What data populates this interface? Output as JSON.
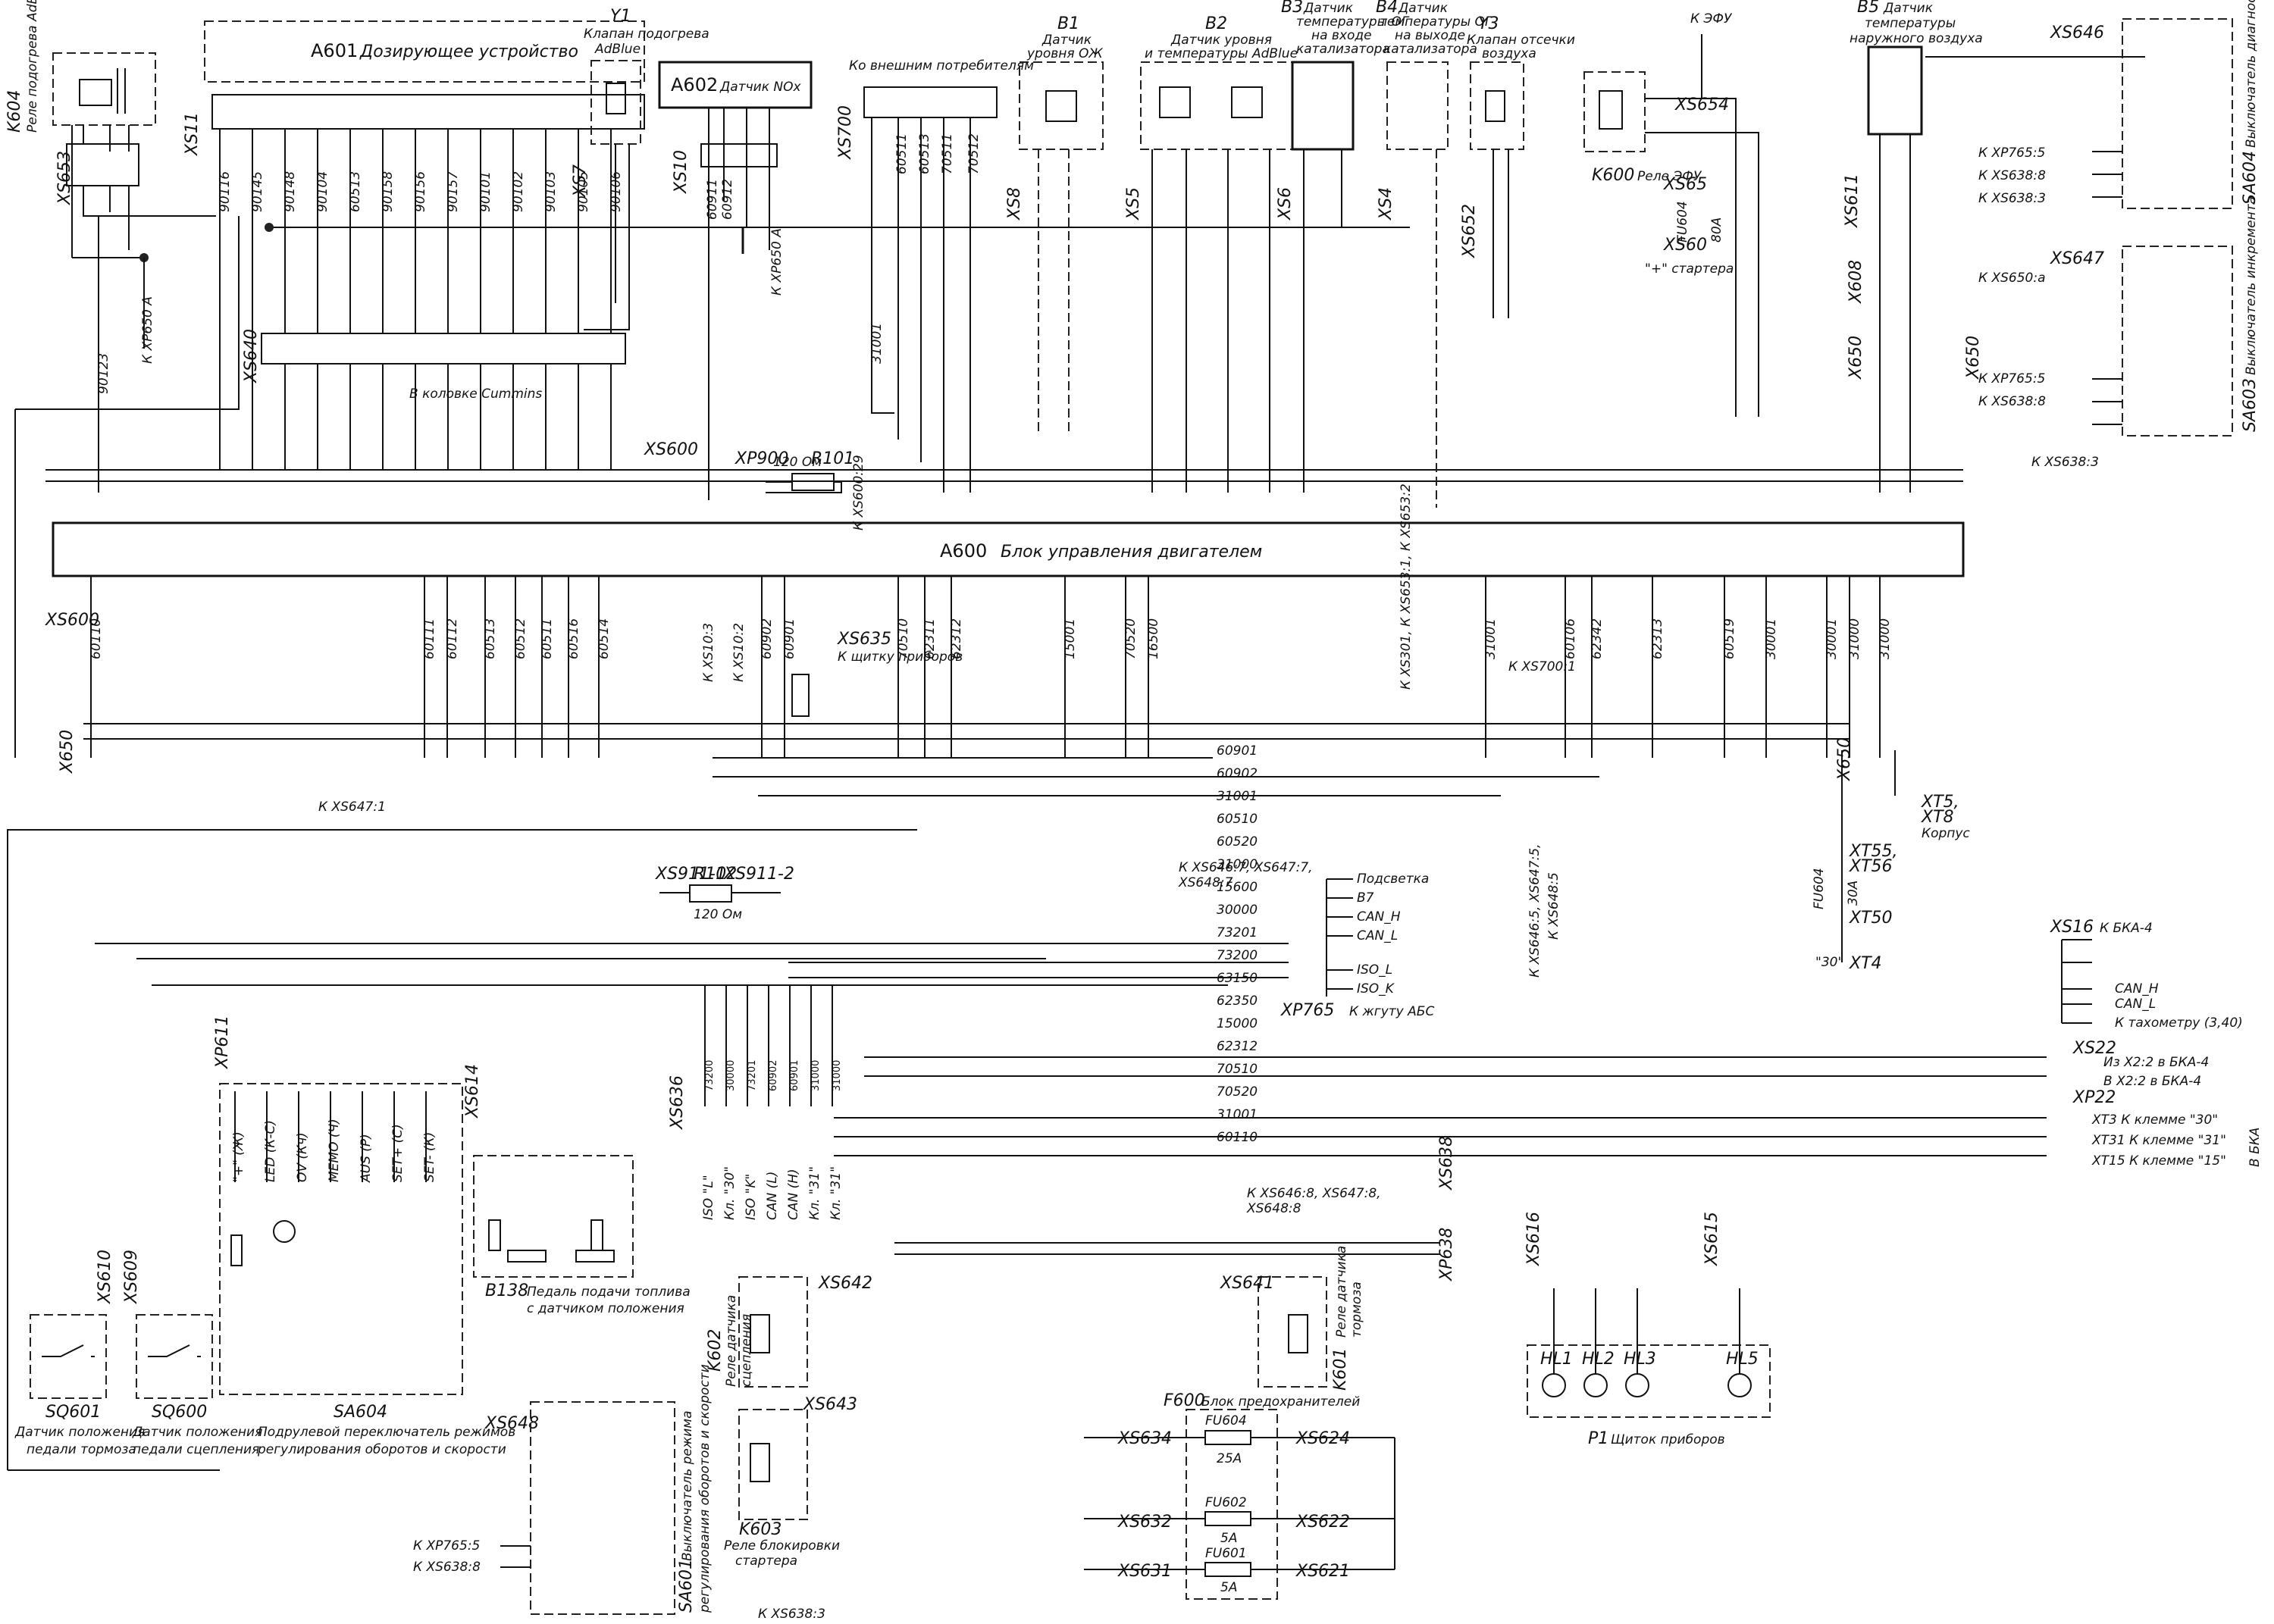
{
  "bus": {
    "designation": "A600",
    "title": "Блок управления двигателем"
  },
  "connectors": {
    "xs600_top": "XS600",
    "xs600_bot": "XS600",
    "xs640": "XS640",
    "xs650_l": "X650",
    "xs650_r": "X650",
    "xs11": "XS11",
    "xs653": "XS653",
    "xs7": "XS7",
    "xs10": "XS10",
    "xs700": "XS700",
    "xs8": "XS8",
    "xs5": "XS5",
    "xs6": "XS6",
    "xs4": "XS4",
    "xs652": "XS652",
    "xs611": "XS611",
    "xs608": "X608",
    "xs650_t1": "X650",
    "xs650_t2": "X650",
    "xs654": "XS654",
    "xs65": "XS65",
    "xs60": "XS60",
    "xp900": "XP900",
    "r101": "R101",
    "r101_val": "120 Ом",
    "xs636": "XS636",
    "xs614": "XS614",
    "xp611": "XP611",
    "xs610": "XS610",
    "xs609": "XS609",
    "xs635": "XS635",
    "xs635_note": "К щитку приборов",
    "xs911_1": "XS911-1",
    "r102": "R102",
    "xs911_2": "XS911-2",
    "r102_val": "120 Ом",
    "xp765": "XP765",
    "xp765_note": "К жгуту АБС",
    "xs16": "XS16",
    "xs16_note": "К БКА-4",
    "xs22": "XS22",
    "xp22": "XP22",
    "xs638": "XS638",
    "xp638": "XP638",
    "xs616": "XS616",
    "xs615": "XS615",
    "xs642": "XS642",
    "xs641": "XS641",
    "xs643": "XS643",
    "xs648": "XS648",
    "xs634": "XS634",
    "xs624": "XS624",
    "xs632": "XS632",
    "xs622": "XS622",
    "xs631": "XS631",
    "xs621": "XS621",
    "xs646": "XS646",
    "xs647": "XS647"
  },
  "components": {
    "k604_id": "K604",
    "k604_name": "Реле подогрева AdBlue",
    "a601_id": "A601",
    "a601_name": "Дозирующее устройство",
    "y1_id": "Y1",
    "y1_name1": "Клапан подогрева",
    "y1_name2": "AdBlue",
    "a602_id": "A602",
    "a602_name": "Датчик NOx",
    "a700_note": "Ко внешним потребителям",
    "b1_id": "B1",
    "b1_name1": "Датчик",
    "b1_name2": "уровня ОЖ",
    "b2_id": "B2",
    "b2_name1": "Датчик уровня",
    "b2_name2": "и температуры AdBlue",
    "b3_id": "B3",
    "b3_name1": "Датчик",
    "b3_name2": "температуры ОГ",
    "b3_name3": "на входе",
    "b3_name4": "катализатора",
    "b4_id": "B4",
    "b4_name1": "Датчик",
    "b4_name2": "температуры ОГ",
    "b4_name3": "на выходе",
    "b4_name4": "катализатора",
    "y3_id": "Y3",
    "y3_name1": "Клапан отсечки",
    "y3_name2": "воздуха",
    "k600_id": "K600",
    "k600_name": "Реле ЭФУ",
    "k_efu": "К ЭФУ",
    "fu604_top": "FU604",
    "fu604_top_val": "80А",
    "starter": "\"+\" стартера",
    "b5_id": "B5",
    "b5_name1": "Датчик",
    "b5_name2": "температуры",
    "b5_name3": "наружного воздуха",
    "sa604_id": "SA604",
    "sa604_name": "Выключатель диагностики",
    "sa603_id": "SA603",
    "sa603_name": "Выключатель инкремента",
    "cummins": "В коловке Cummins",
    "b138_id": "B138",
    "b138_name1": "Педаль подачи топлива",
    "b138_name2": "с датчиком положения",
    "sq601_id": "SQ601",
    "sq601_name1": "Датчик положения",
    "sq601_name2": "педали тормоза",
    "sq600_id": "SQ600",
    "sq600_name1": "Датчик положения",
    "sq600_name2": "педали сцепления",
    "sa604b_id": "SA604",
    "sa604b_name1": "Подрулевой переключатель режимов",
    "sa604b_name2": "регулирования оборотов и скорости",
    "k602_id": "K602",
    "k602_name1": "Реле датчика",
    "k602_name2": "сцепления",
    "k601_id": "K601",
    "k601_name1": "Реле датчика",
    "k601_name2": "тормоза",
    "k603_id": "K603",
    "k603_name1": "Реле блокировки",
    "k603_name2": "стартера",
    "f600_id": "F600",
    "f600_name": "Блок предохранителей",
    "fu604_b": "FU604",
    "fu604_b_val": "25А",
    "fu602": "FU602",
    "fu602_val": "5А",
    "fu601": "FU601",
    "fu601_val": "5А",
    "sa601_id": "SA601",
    "sa601_name1": "Выключатель режима",
    "sa601_name2": "регулирования оборотов и скорости",
    "p1_id": "P1",
    "p1_name": "Щиток приборов",
    "xt5": "XT5,",
    "xt8": "XT8",
    "korpus": "Корпус",
    "xt55": "XT55,",
    "xt56": "XT56",
    "fu604_c": "FU604",
    "fu604_c_val": "30А",
    "xt50": "XT50",
    "xt4": "XT4",
    "hl1": "HL1",
    "hl2": "HL2",
    "hl3": "HL3",
    "hl5": "HL5"
  },
  "refs": {
    "k_xp650a": "К XP650 A",
    "k_xp650a2": "К XP650 A",
    "k_xs647_1": "К XS647:1",
    "k_xs6380_3": "К XS638:3",
    "k_xs638_3b": "К XS638:3",
    "k_xp765_5": "К XP765:5",
    "k_xs638_8": "К XS638:8",
    "k_xs638_3": "К XS638:3",
    "k_xs650a": "К XS650:a",
    "k_xp765_5b": "К XP765:5",
    "k_xs638_8b": "К XS638:8",
    "k_xs700_1": "К XS700:1",
    "k_xs600_29": "К XS600:29",
    "k_xs646_7": "К XS646:7, XS647:7,",
    "k_xs648_7": "XS648:7",
    "k_xs646_5": "К XS646:5, XS647:5,",
    "k_xs648_5": "К XS648:5",
    "k_xs646_8": "К XS646:8, XS647:8,",
    "k_xs648_8": "XS648:8",
    "k_xs6383": "К XS638:3",
    "k_xp765_5c": "К XP765:5",
    "k_xs638_8c": "К XS638:8",
    "k_xs510_3": "К XS10:3",
    "k_xs510_2": "К XS10:2",
    "k_xs30": "К XS301, К XS653:1, К XS653:2",
    "abs_podsvetka": "Подсветка",
    "abs_b7": "B7",
    "abs_canh": "CAN_H",
    "abs_canl": "CAN_L",
    "abs_isol": "ISO_L",
    "abs_isok": "ISO_K",
    "bka_canh": "CAN_H",
    "bka_canl": "CAN_L",
    "bka_taho": "К тахометру (3,40)",
    "xs22_a": "Из X2:2 в БКА-4",
    "xs22_b": "В X2:2 в БКА-4",
    "xt3": "XT3  К клемме \"30\"",
    "xt31": "XT31  К клемме \"31\"",
    "xt15": "XT15  К клемме \"15\"",
    "v_bka": "В БКА",
    "plus30": "\"30\"",
    "k_ab": "К"
  },
  "top_wires": [
    "90116",
    "90145",
    "90148",
    "90104",
    "60513",
    "90158",
    "90156",
    "90157",
    "90101",
    "90102",
    "90103",
    "90105",
    "90106"
  ],
  "bus_wires_bottom": [
    "60110",
    "60111",
    "60112",
    "60513",
    "60512",
    "60511",
    "60516",
    "60514",
    "60902",
    "60901",
    "70510",
    "62311",
    "62312",
    "15001",
    "70520",
    "16500",
    "31001",
    "60106",
    "62342",
    "62313",
    "60519",
    "30001",
    "30001",
    "31000",
    "31000"
  ],
  "h_wires": [
    "60901",
    "60902",
    "31001",
    "60510",
    "60520",
    "31000",
    "15600",
    "30000",
    "73201",
    "73200",
    "63150",
    "62350",
    "15000",
    "62312",
    "70510",
    "70520",
    "31001",
    "60110"
  ],
  "xs636_labels": [
    "ISO \"L\"",
    "Кл. \"30\"",
    "ISO \"K\"",
    "CAN (L)",
    "CAN (H)",
    "Кл. \"31\"",
    "Кл. \"31\""
  ],
  "xs636_wires": [
    "73200",
    "30000",
    "73201",
    "60902",
    "60901",
    "31000",
    "31000"
  ],
  "xp611_labels": [
    "\"+\" (Ж)",
    "LED (К-С)",
    "OV (Кч)",
    "MEMO (Ч)",
    "AUS (Р)",
    "SET+ (С)",
    "SET- (К)"
  ]
}
